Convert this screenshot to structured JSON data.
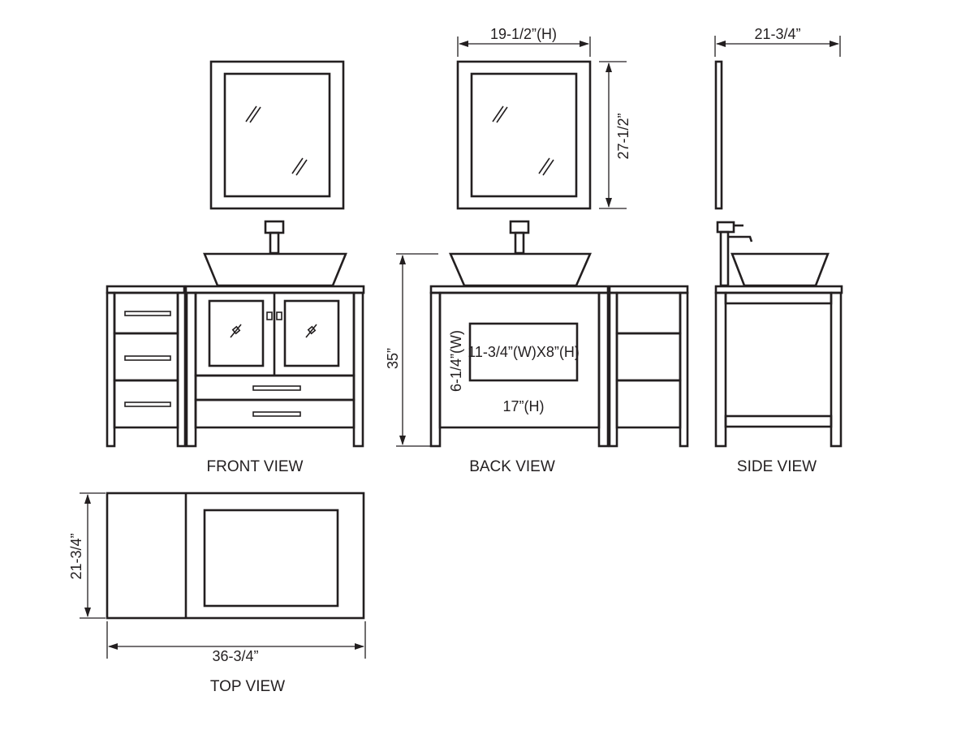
{
  "views": {
    "front": "FRONT VIEW",
    "back": "BACK VIEW",
    "side": "SIDE VIEW",
    "top": "TOP VIEW"
  },
  "dimensions": {
    "mirror_width": "19-1/2”(H)",
    "mirror_height": "27-1/2”",
    "side_depth": "21-3/4”",
    "vanity_height": "35”",
    "back_opening": "11-3/4”(W)X8”(H)",
    "back_opening_height": "6-1/4”(W)",
    "back_opening_bottom": "17”(H)",
    "top_depth": "21-3/4”",
    "top_width": "36-3/4”"
  }
}
